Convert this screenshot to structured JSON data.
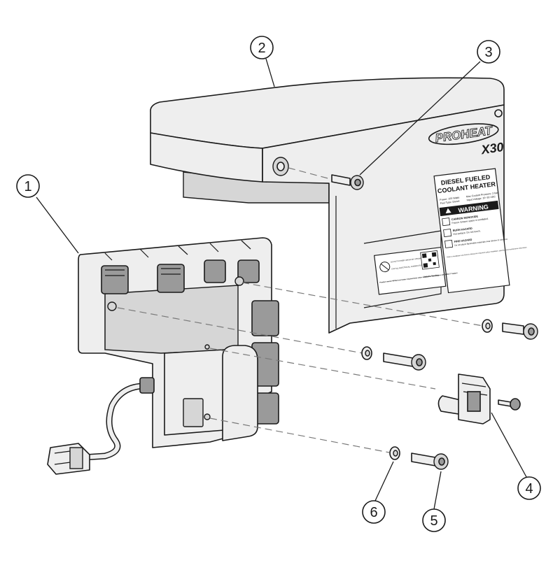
{
  "brand": {
    "logo_text": "PROHEAT",
    "model_text": "X30"
  },
  "label_panel": {
    "title_line1": "DIESEL FUELED",
    "title_line2": "COOLANT HEATER",
    "spec_power": "Power: 100 Watts",
    "spec_fuel": "Fuel Type: Diesel",
    "spec_pressure": "Max Coolant Pressure: 2 bar",
    "spec_voltage": "Input Voltage: 10~30 VDC",
    "warning_header": "WARNING",
    "hazard_co_title": "CARBON MONOXIDE",
    "hazard_co_text": "Poison. Ensure space is ventilated.",
    "hazard_burn_title": "BURN HAZARD",
    "hazard_burn_text": "Hot surface. Do not touch.",
    "hazard_fire_title": "FIRE HAZARD",
    "hazard_fire_text": "Do not place flammable materials near device or exhaust.",
    "refer_text": "Refer to Installation and Owner's Manual for important safety, installation, operation and maintenance information.",
    "no_wash_text": "DO NOT POWER WASH OR STEAM CLEAN",
    "cap_text": "CAP ALL ELECTRICAL CONNECTIONS",
    "fmcsa_text": "Product meets FMCSA bus heater requirements when installed in accordance with §393.77 heaters",
    "patents_text": "Patents Pending"
  },
  "callouts": [
    "1",
    "2",
    "3",
    "4",
    "5",
    "6"
  ]
}
